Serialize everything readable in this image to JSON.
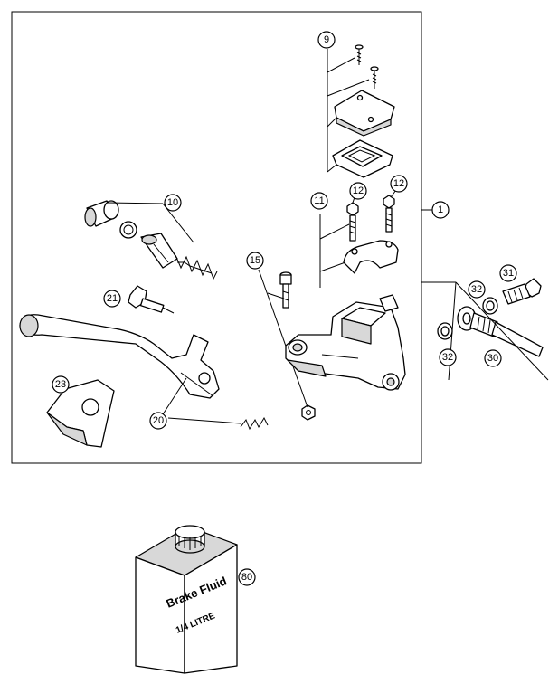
{
  "callouts": {
    "c1": "1",
    "c9": "9",
    "c10": "10",
    "c11": "11",
    "c12a": "12",
    "c12b": "12",
    "c15": "15",
    "c20": "20",
    "c21": "21",
    "c23": "23",
    "c30": "30",
    "c31": "31",
    "c32a": "32",
    "c32b": "32",
    "c80": "80"
  },
  "container_label": {
    "line1": "Brake Fluid",
    "line2": "1/4 LITRE"
  }
}
